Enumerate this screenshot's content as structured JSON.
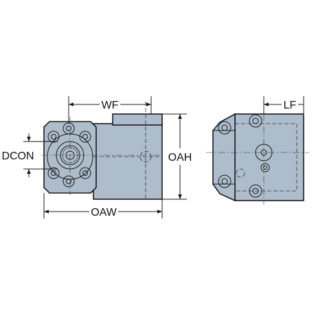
{
  "colors": {
    "body": "#adbdcb",
    "body_light": "#c3d0db",
    "body_dark": "#8ea1b1",
    "line": "#1a1a1a",
    "background": "#ffffff"
  },
  "dimensions": {
    "wf": "WF",
    "lf": "LF",
    "dcon": "DCON",
    "oah": "OAH",
    "oaw": "OAW"
  }
}
